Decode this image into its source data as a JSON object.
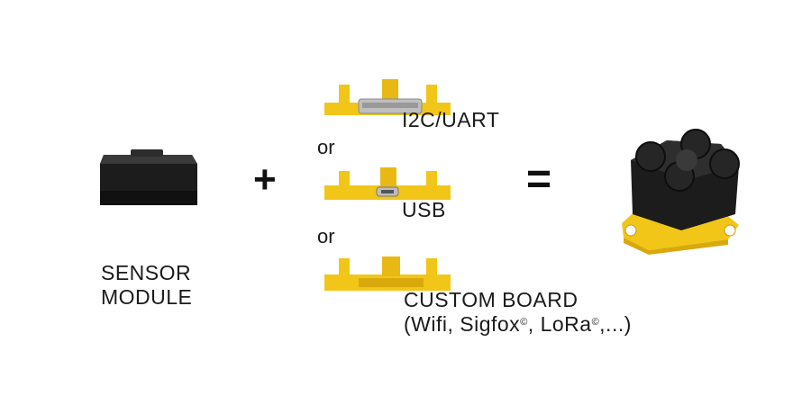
{
  "sensor": {
    "line1": "SENSOR",
    "line2": "MODULE"
  },
  "operators": {
    "plus": "+",
    "equals": "="
  },
  "options": [
    {
      "label": "I2C/UART"
    },
    {
      "label": "USB"
    },
    {
      "label": "CUSTOM BOARD",
      "sublabel_a": "(Wifi, Sigfox",
      "sublabel_b": ", LoRa",
      "sublabel_c": ",...)",
      "copyright": "©"
    }
  ],
  "separator": "or",
  "colors": {
    "board": "#f2c618",
    "board_dark": "#d9a90c",
    "sensor": "#1c1c1c",
    "text": "#1a1a1a"
  }
}
